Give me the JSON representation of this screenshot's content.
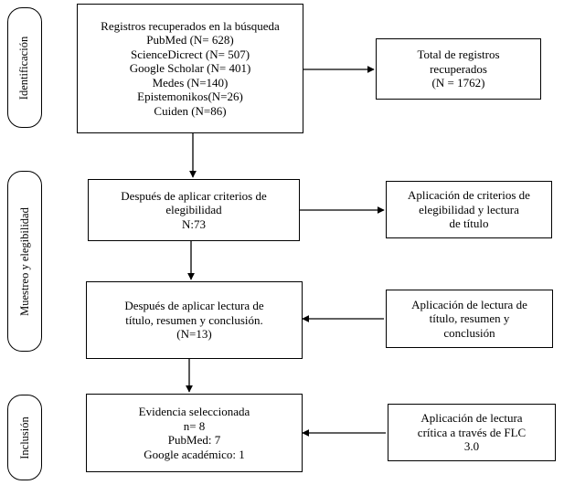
{
  "phases": {
    "identification": "Identificación",
    "screening": "Muestreo y elegibilidad",
    "inclusion": "Inclusión"
  },
  "records_box": {
    "lines": [
      "Registros recuperados en la búsqueda",
      "PubMed (N= 628)",
      "ScienceDicrect (N= 507)",
      "Google Scholar (N= 401)",
      "Medes (N=140)",
      "Epistemonikos(N=26)",
      "Cuiden (N=86)"
    ]
  },
  "total_box": {
    "lines": [
      "Total de registros",
      "recuperados",
      "(N = 1762)"
    ]
  },
  "eligibility_box": {
    "lines": [
      "Después de aplicar criterios de",
      "elegibilidad",
      "N:73"
    ]
  },
  "eligibility_side_box": {
    "lines": [
      "Aplicación de criterios de",
      "elegibilidad y lectura",
      "de título"
    ]
  },
  "reading_box": {
    "lines": [
      "Después de aplicar lectura de",
      "título, resumen y conclusión.",
      "(N=13)"
    ]
  },
  "reading_side_box": {
    "lines": [
      "Aplicación de lectura de",
      "título, resumen y",
      "conclusión"
    ]
  },
  "selected_box": {
    "lines": [
      "Evidencia seleccionada",
      "n= 8",
      "PubMed: 7",
      "Google académico: 1"
    ]
  },
  "critical_box": {
    "lines": [
      "Aplicación de lectura",
      "crítica a través de FLC",
      "3.0"
    ]
  }
}
